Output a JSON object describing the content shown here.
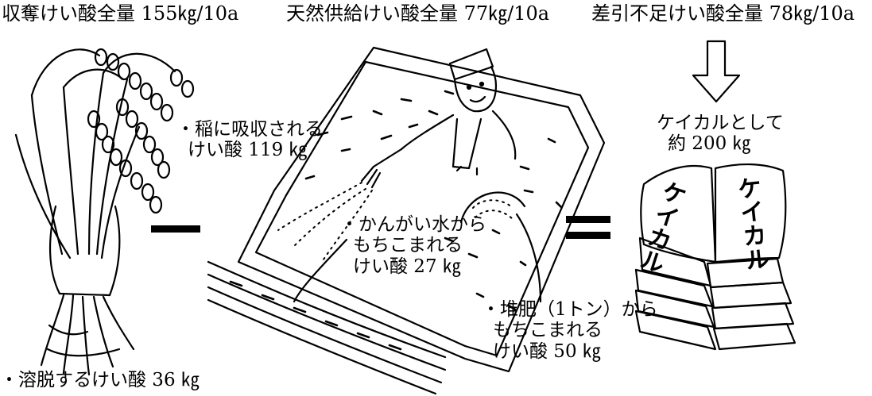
{
  "colors": {
    "ink": "#000000",
    "paper": "#ffffff"
  },
  "icons": [
    "rice-plant-icon",
    "farmer-field-icon",
    "down-arrow-icon",
    "fertilizer-bags-icon",
    "minus-sign-icon",
    "equals-sign-icon"
  ],
  "headers": {
    "harvest": "収奪けい酸全量 155㎏/10a",
    "natural": "天然供給けい酸全量 77㎏/10a",
    "deficit": "差引不足けい酸全量 78㎏/10a"
  },
  "labels": {
    "absorbed_1": "・稲に吸収される",
    "absorbed_2": "けい酸 119 ㎏",
    "leached": "・溶脱するけい酸 36 ㎏",
    "irrigation_1": "・かんがい水から",
    "irrigation_2": "もちこまれる",
    "irrigation_3": "けい酸 27 ㎏",
    "compost_1": "・堆肥（1トン）から",
    "compost_2": "もちこまれる",
    "compost_3": "けい酸 50 ㎏",
    "keical_1": "ケイカルとして",
    "keical_2": "約 200 ㎏"
  },
  "bags": {
    "label": "ケイカル"
  }
}
